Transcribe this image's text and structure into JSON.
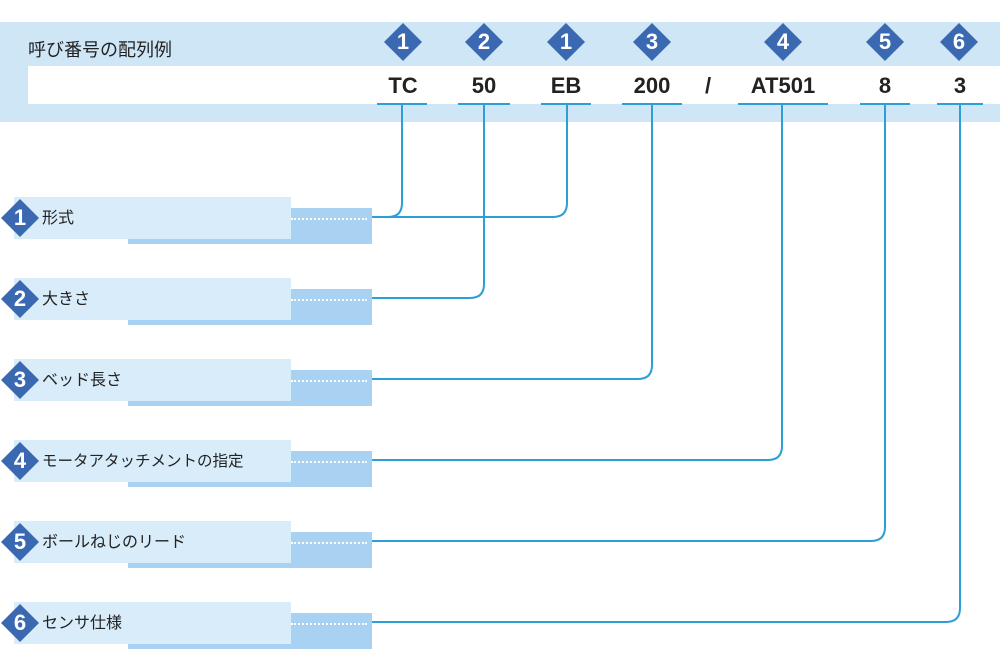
{
  "title": "呼び番号の配列例",
  "code_parts": [
    {
      "text": "TC",
      "num": "1"
    },
    {
      "text": "50",
      "num": "2"
    },
    {
      "text": "EB",
      "num": "1"
    },
    {
      "text": "200",
      "num": "3"
    },
    {
      "text": "/",
      "num": ""
    },
    {
      "text": "AT501",
      "num": "4"
    },
    {
      "text": "8",
      "num": "5"
    },
    {
      "text": "3",
      "num": "6"
    }
  ],
  "labels": [
    {
      "num": "1",
      "text": "形式"
    },
    {
      "num": "2",
      "text": "大きさ"
    },
    {
      "num": "3",
      "text": "ベッド長さ"
    },
    {
      "num": "4",
      "text": "モータアタッチメントの指定"
    },
    {
      "num": "5",
      "text": "ボールねじのリード"
    },
    {
      "num": "6",
      "text": "センサ仕様"
    }
  ],
  "colors": {
    "accent_line": "#2a9fd8",
    "badge": "#3a69b2",
    "band": "#cfe6f7",
    "label_bg": "#d9ecfa",
    "label_shadow": "#a9d2f2"
  }
}
